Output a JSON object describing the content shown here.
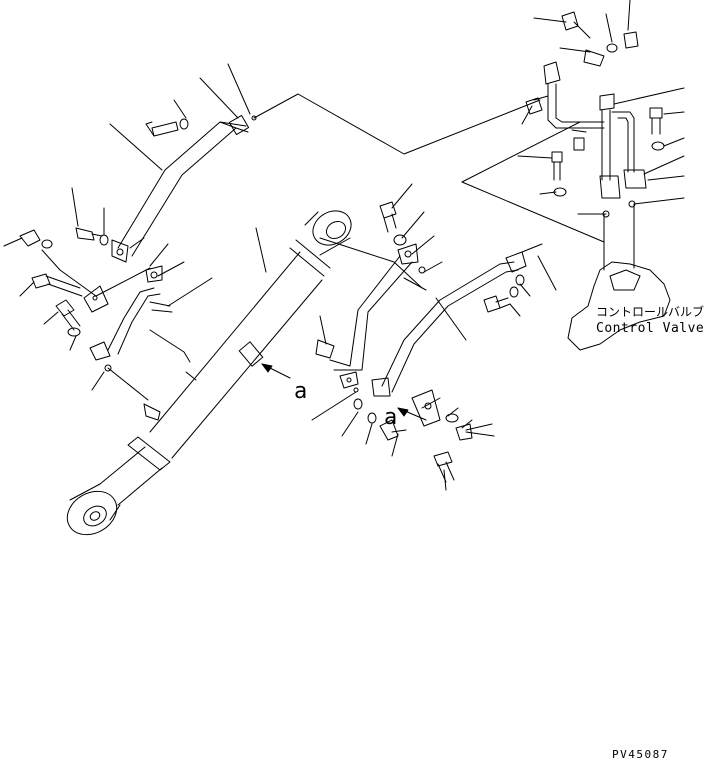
{
  "diagram": {
    "callout_a_upper": "a",
    "callout_a_lower": "a",
    "component_label_jp": "コントロールバルブ",
    "component_label_en": "Control Valve",
    "drawing_code": "PV45087"
  }
}
